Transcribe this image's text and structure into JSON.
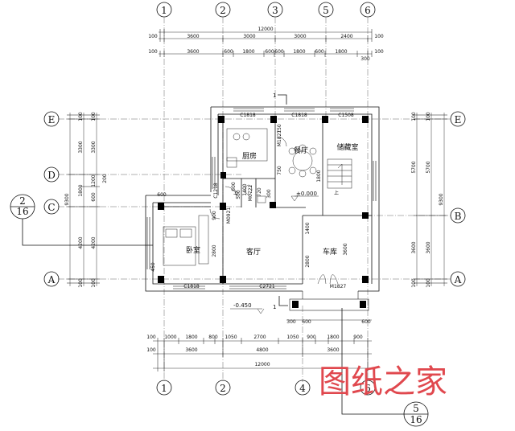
{
  "axes": {
    "vertical": [
      "1",
      "2",
      "3",
      "5",
      "6"
    ],
    "vertical_bottom": [
      "1",
      "2",
      "4",
      "6"
    ],
    "horizontal_left": [
      "E",
      "D",
      "C",
      "A"
    ],
    "horizontal_right": [
      "E",
      "B",
      "A"
    ]
  },
  "dims_top": {
    "total": "12000",
    "row1": [
      "100",
      "3600",
      "3000",
      "3000",
      "2400",
      "100"
    ],
    "row2": [
      "100",
      "3600",
      "600",
      "1800",
      "600",
      "600",
      "1800",
      "600",
      "1800",
      "300",
      "100"
    ]
  },
  "dims_bottom": {
    "total": "12000",
    "row1": [
      "100",
      "1000",
      "1800",
      "800",
      "1050",
      "2700",
      "1050",
      "900",
      "1800",
      "900"
    ],
    "row2": [
      "100",
      "3600",
      "4800",
      "3600"
    ],
    "small": [
      "300",
      "600",
      "600"
    ]
  },
  "dims_left": {
    "total": "9300",
    "outer": [
      "100",
      "3300",
      "1800",
      "4200",
      "100"
    ],
    "inner": [
      "100",
      "3300",
      "1200",
      "600",
      "4200",
      "100"
    ],
    "extra": [
      "200"
    ]
  },
  "dims_right": {
    "total": "9300",
    "outer": [
      "100",
      "5700",
      "3600",
      "100"
    ],
    "inner": [
      "100",
      "5700",
      "3600",
      "100"
    ]
  },
  "rooms": {
    "kitchen": "厨房",
    "dining": "餐厅",
    "storage": "储藏室",
    "bedroom": "卧室",
    "living": "客厅",
    "garage": "车库"
  },
  "openings": {
    "c1818_top_left": "C1818",
    "c1818_top_mid": "C1818",
    "c1508": "C1508",
    "m1821": "M1821",
    "c1218": "C1218",
    "m0721": "M0721",
    "m0921": "M0921",
    "c1818_bottom": "C1818",
    "c2721": "C2721",
    "m1827": "M1827"
  },
  "small_dims": {
    "d750a": "750",
    "d750b": "750",
    "d1800": "1800",
    "d3600": "3600",
    "d900": "900",
    "d2800": "2800",
    "d1400": "1400",
    "d2800b": "2800",
    "d600": "600",
    "d450": "450",
    "d1400b": "1400",
    "d500": "500",
    "d720": "720",
    "d300": "300",
    "d600b": "600"
  },
  "elevations": {
    "floor": "±0.000",
    "outside": "-0.450"
  },
  "stair_label": "上",
  "section_mark": "1",
  "detail_refs": [
    {
      "top": "2",
      "bottom": "16"
    },
    {
      "top": "5",
      "bottom": "16"
    }
  ],
  "watermark": "图纸之家"
}
